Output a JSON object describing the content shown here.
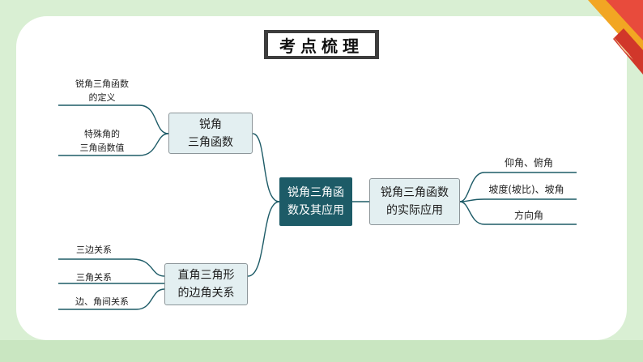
{
  "title": "考点梳理",
  "center": [
    "锐角三角函",
    "数及其应用"
  ],
  "left_branches": [
    {
      "label": [
        "锐角",
        "三角函数"
      ],
      "leaves": [
        [
          "锐角三角函数",
          "的定义"
        ],
        [
          "特殊角的",
          "三角函数值"
        ]
      ]
    },
    {
      "label": [
        "直角三角形",
        "的边角关系"
      ],
      "leaves": [
        [
          "三边关系"
        ],
        [
          "三角关系"
        ],
        [
          "边、角间关系"
        ]
      ]
    }
  ],
  "right_branch": {
    "label": [
      "锐角三角函数",
      "的实际应用"
    ],
    "leaves": [
      "仰角、俯角",
      "坡度(坡比)、坡角",
      "方向角"
    ]
  },
  "colors": {
    "center_fill": "#1d5b67",
    "node_fill": "#e3eff1",
    "line": "#1d5b67",
    "background": "#d9efd3"
  }
}
